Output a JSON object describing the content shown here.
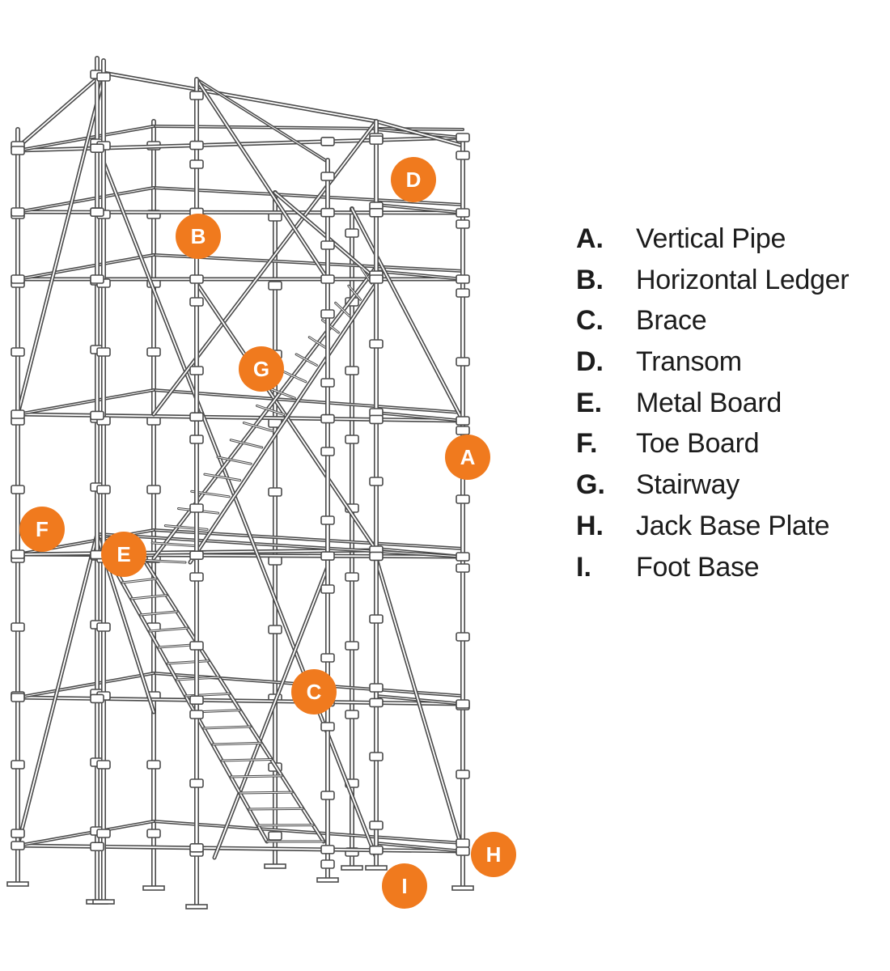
{
  "colors": {
    "badge": "#F07A1E",
    "line": "#4a4a4a",
    "legend_text": "#1c1c1c"
  },
  "markers": [
    {
      "letter": "A",
      "component": "Vertical Pipe"
    },
    {
      "letter": "B",
      "component": "Horizontal Ledger"
    },
    {
      "letter": "C",
      "component": "Brace"
    },
    {
      "letter": "D",
      "component": "Transom"
    },
    {
      "letter": "E",
      "component": "Metal Board"
    },
    {
      "letter": "F",
      "component": "Toe Board"
    },
    {
      "letter": "G",
      "component": "Stairway"
    },
    {
      "letter": "H",
      "component": "Jack Base Plate"
    },
    {
      "letter": "I",
      "component": "Foot Base"
    }
  ],
  "legend": [
    {
      "letter": "A.",
      "name": "Vertical Pipe"
    },
    {
      "letter": "B.",
      "name": "Horizontal Ledger"
    },
    {
      "letter": "C.",
      "name": "Brace"
    },
    {
      "letter": "D.",
      "name": "Transom"
    },
    {
      "letter": "E.",
      "name": "Metal Board"
    },
    {
      "letter": "F.",
      "name": "Toe Board"
    },
    {
      "letter": "G.",
      "name": "Stairway"
    },
    {
      "letter": "H.",
      "name": "Jack Base Plate"
    },
    {
      "letter": "I.",
      "name": "Foot Base"
    }
  ]
}
